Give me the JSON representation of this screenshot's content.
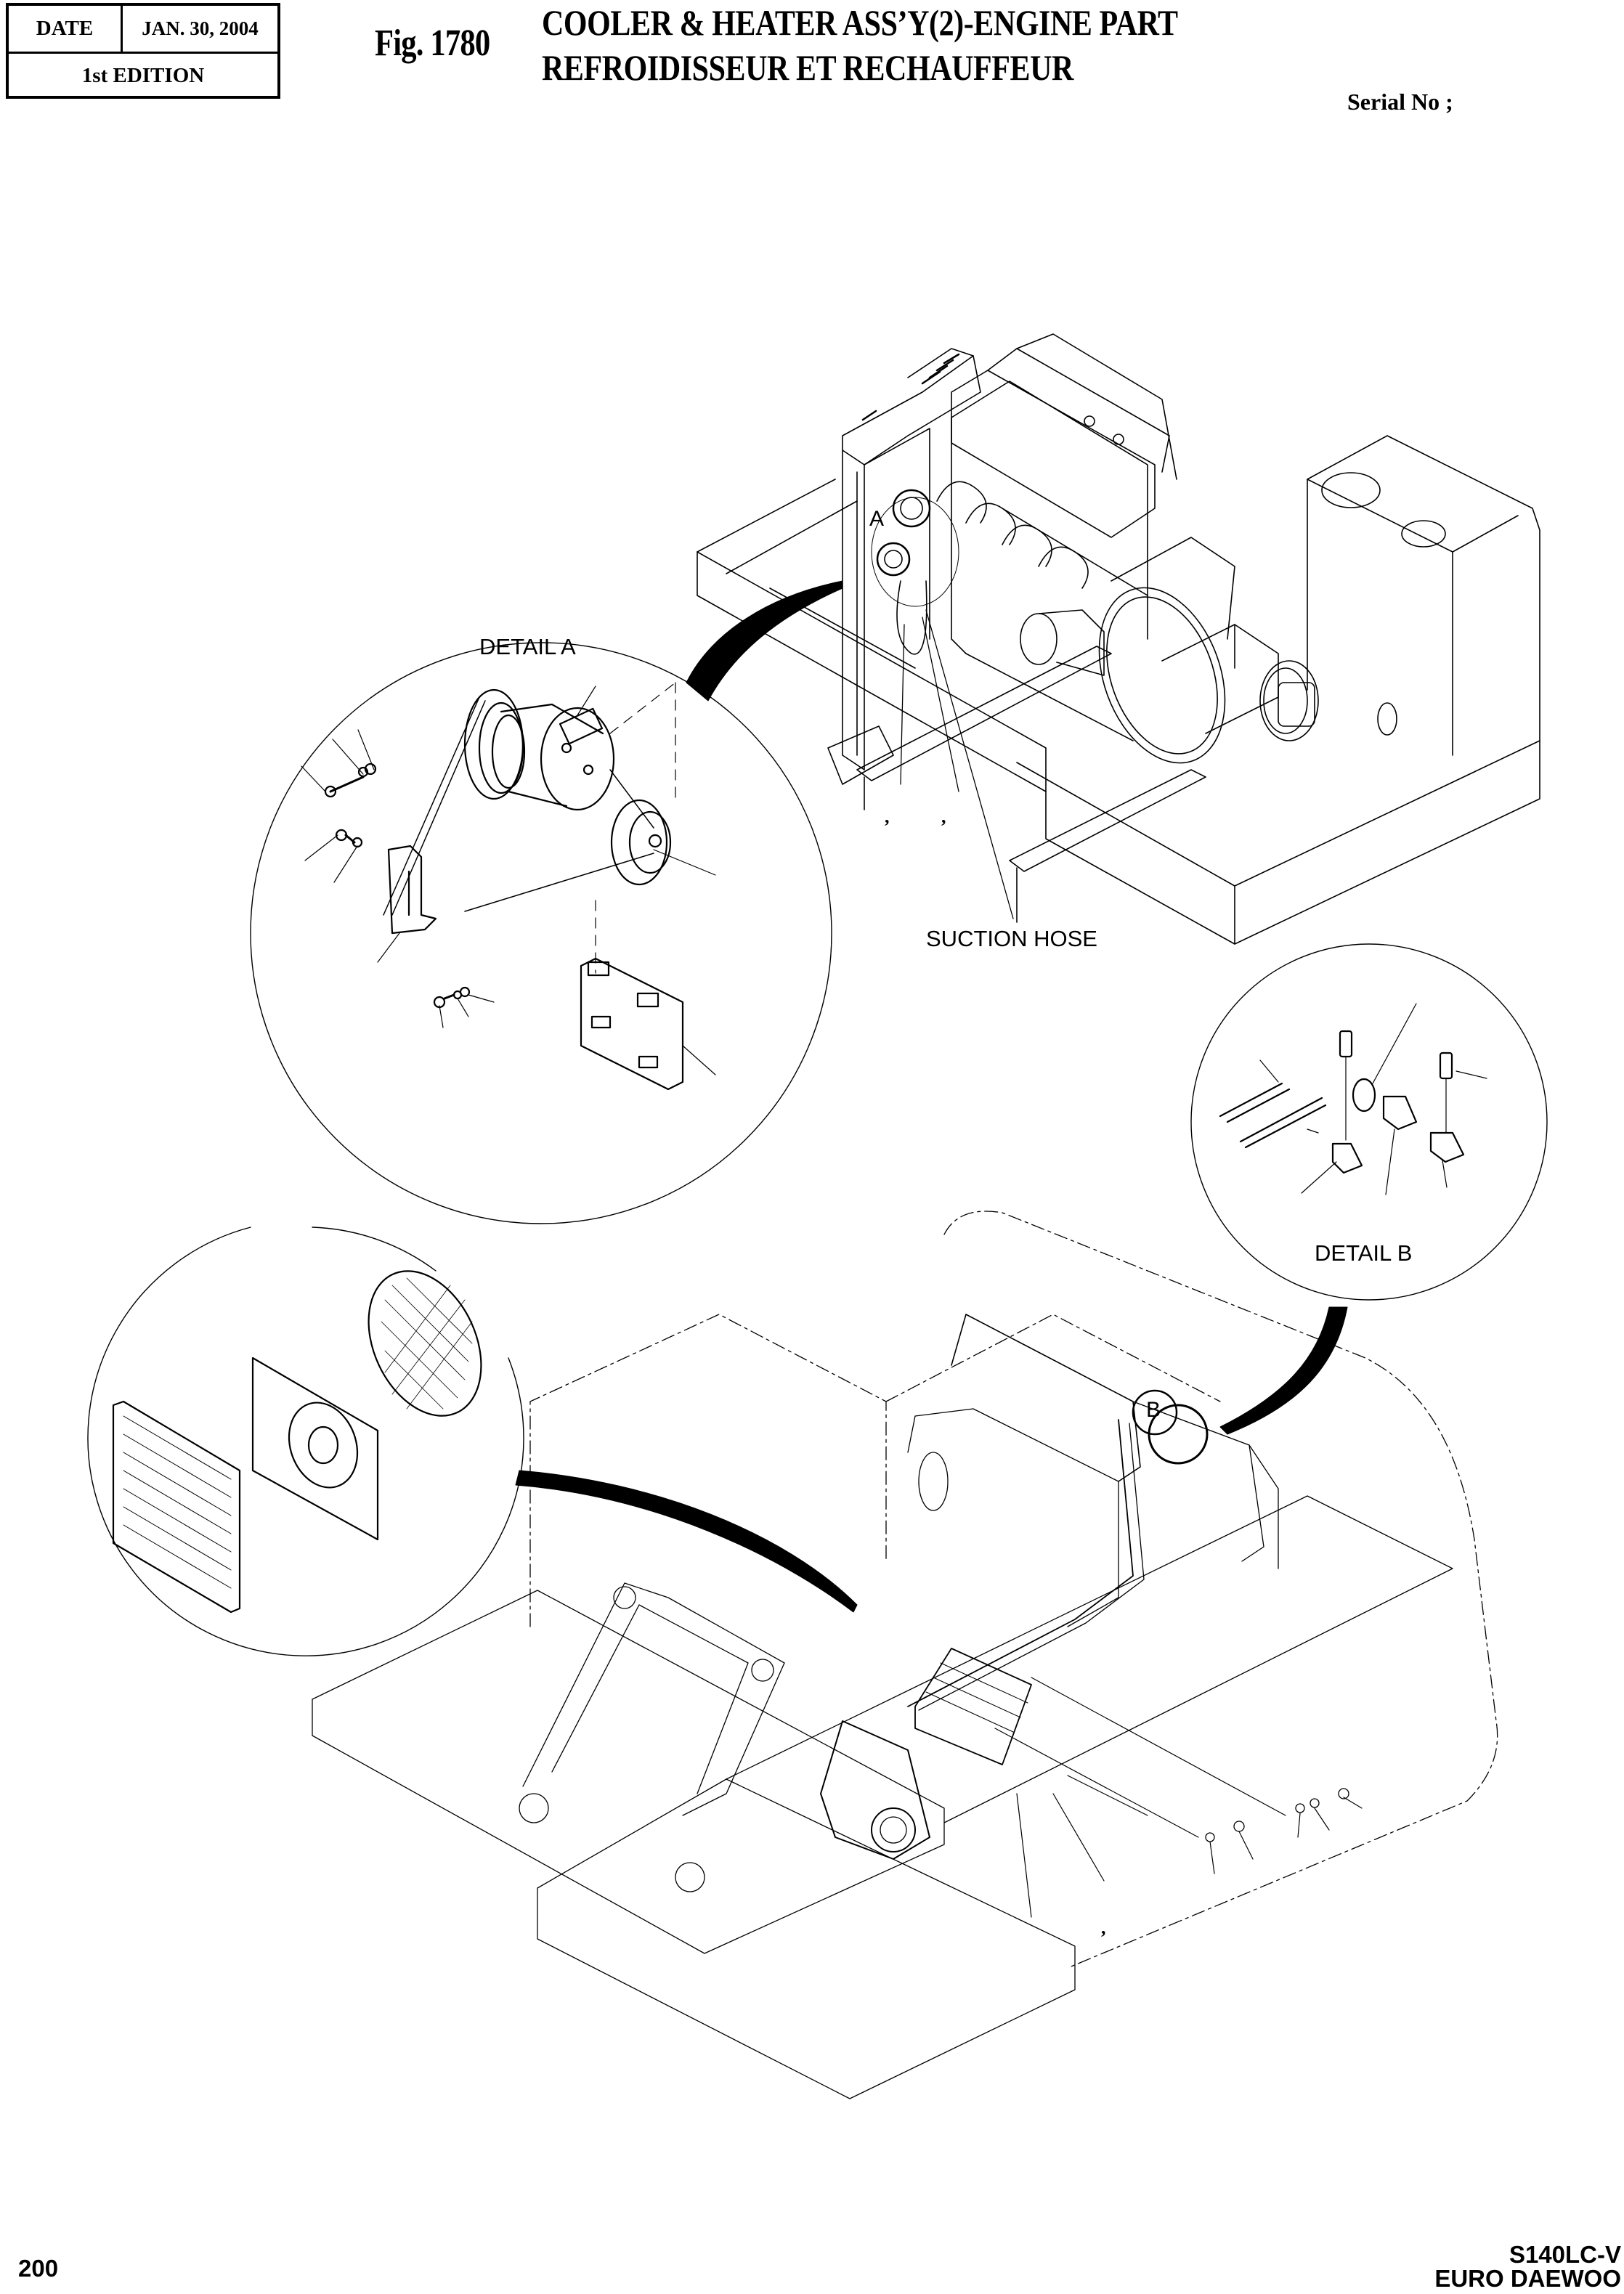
{
  "header": {
    "date_label": "DATE",
    "date_value": "JAN. 30, 2004",
    "edition": "1st EDITION",
    "figure_number": "Fig. 1780",
    "title_en": "COOLER & HEATER ASS’Y(2)-ENGINE PART",
    "title_fr": "REFROIDISSEUR ET RECHAUFFEUR",
    "serial_label": "Serial No ;"
  },
  "drawing": {
    "detail_a_label": "DETAIL  A",
    "detail_b_label": "DETAIL  B",
    "callout_a": "A",
    "callout_b": "B",
    "suction_hose_label": "SUCTION HOSE",
    "separator": ","
  },
  "footer": {
    "page_number": "200",
    "model": "S140LC-V",
    "brand": "EURO DAEWOO"
  }
}
